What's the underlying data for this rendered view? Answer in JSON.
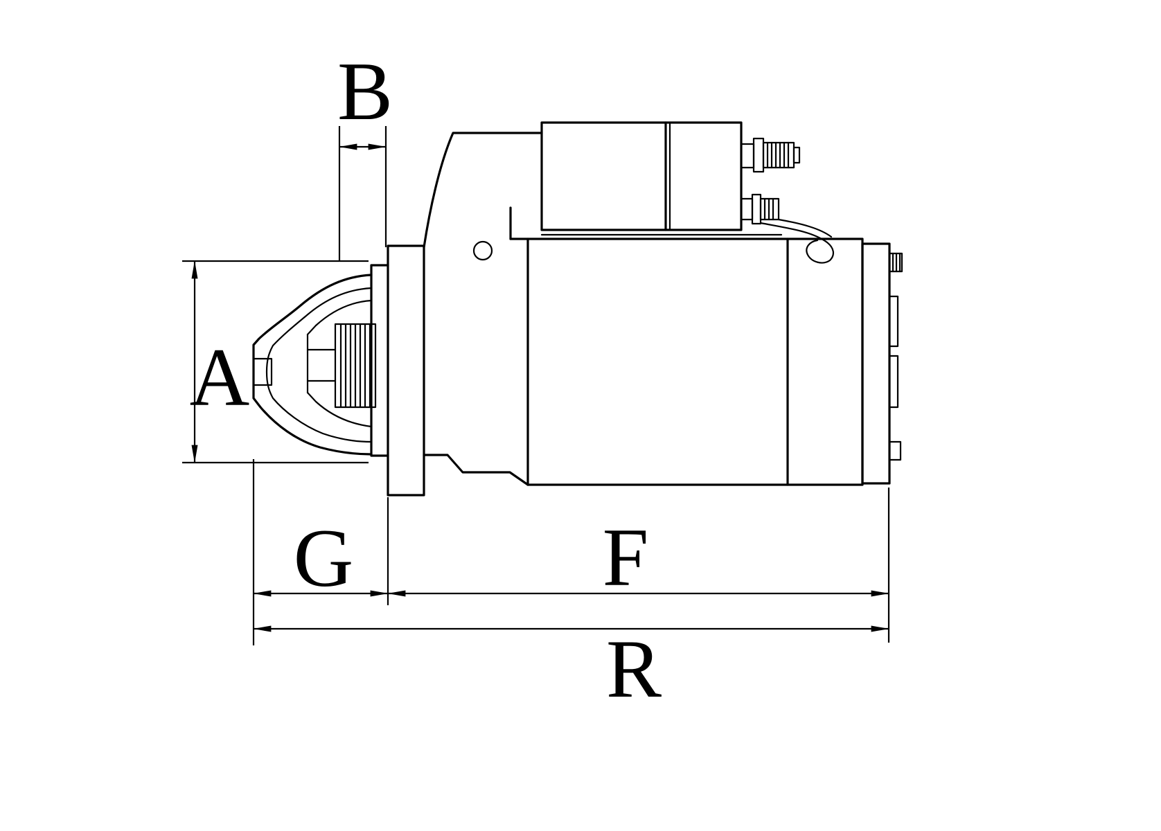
{
  "page": {
    "background_color": "#ffffff",
    "line_color": "#000000"
  },
  "diagram": {
    "dimension_labels": {
      "A": "A",
      "B": "B",
      "G": "G",
      "F": "F",
      "R": "R"
    }
  }
}
